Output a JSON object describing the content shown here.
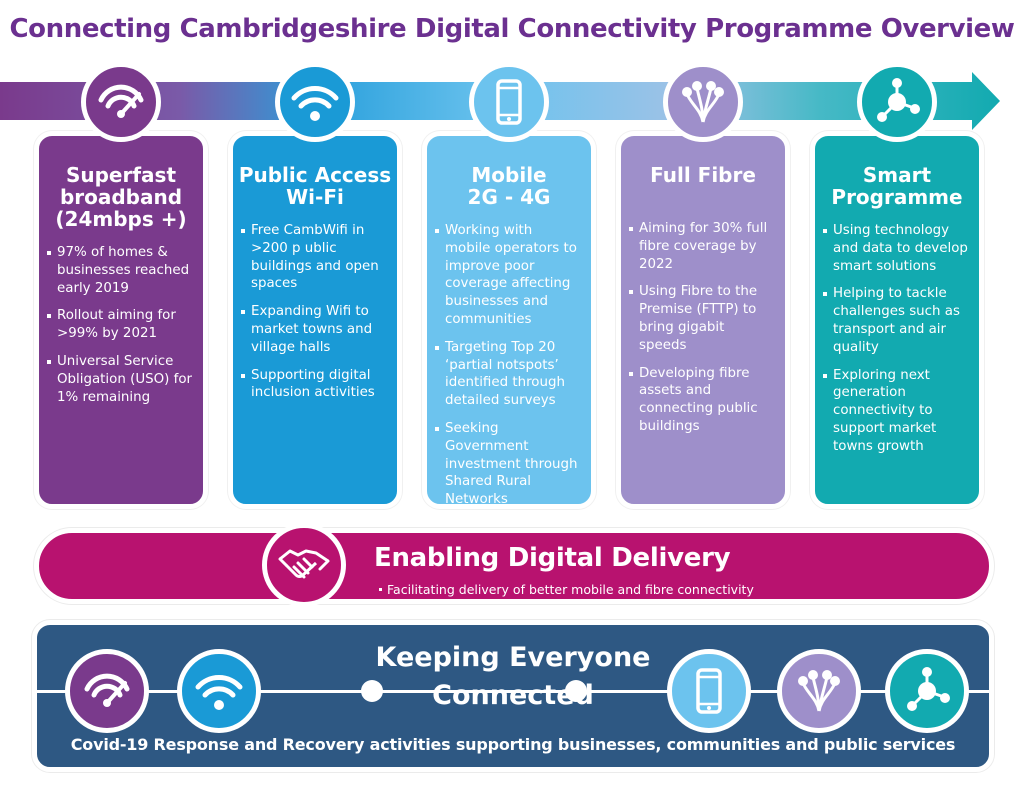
{
  "title": "Connecting Cambridgeshire Digital Connectivity Programme Overview",
  "colors": {
    "purple": "#7a3a8c",
    "blue": "#1a9ad6",
    "lightblue": "#6cc3ee",
    "lavender": "#9e8fca",
    "teal": "#12aab0",
    "magenta": "#b8126f",
    "navy": "#2e5883",
    "title": "#6b3090"
  },
  "columns": [
    {
      "icon": "speedometer-wifi-icon",
      "title_lines": [
        "Superfast",
        "broadband",
        "(24mbps +)"
      ],
      "bullets": [
        "97% of homes & businesses reached early 2019",
        "Rollout aiming for >99% by 2021",
        "Universal Service Obligation (USO) for 1% remaining"
      ]
    },
    {
      "icon": "wifi-icon",
      "title_lines": [
        "Public Access",
        "Wi-Fi"
      ],
      "bullets": [
        "Free CambWifi in >200 p ublic buildings and open spaces",
        "Expanding Wifi to market towns and village halls",
        "Supporting digital inclusion activities"
      ]
    },
    {
      "icon": "mobile-phone-icon",
      "title_lines": [
        "Mobile",
        "2G - 4G"
      ],
      "bullets": [
        "Working with mobile operators to improve poor coverage affecting businesses and communities",
        "Targeting Top 20 ‘partial notspots’ identified through detailed surveys",
        "Seeking Government investment through Shared Rural Networks"
      ]
    },
    {
      "icon": "fibre-optic-icon",
      "title_lines": [
        "Full Fibre"
      ],
      "bullets": [
        "Aiming for 30% full fibre coverage by 2022",
        "Using Fibre to the Premise (FTTP) to bring gigabit speeds",
        "Developing fibre assets and connecting public buildings"
      ]
    },
    {
      "icon": "network-hub-icon",
      "title_lines": [
        "Smart",
        "Programme"
      ],
      "bullets": [
        "Using technology and data to develop smart solutions",
        "Helping to tackle challenges such as transport and air quality",
        "Exploring next generation connectivity to support market towns growth"
      ]
    }
  ],
  "enabling": {
    "icon": "handshake-icon",
    "title": "Enabling Digital Delivery",
    "bullet": "Facilitating delivery of better mobile and fibre connectivity"
  },
  "keeping": {
    "title_lines": [
      "Keeping Everyone",
      "Connected"
    ],
    "caption": "Covid-19 Response and Recovery activities supporting businesses, communities and public services",
    "icons": [
      "speedometer-wifi-icon",
      "wifi-icon",
      "mobile-phone-icon",
      "fibre-optic-icon",
      "network-hub-icon"
    ]
  }
}
